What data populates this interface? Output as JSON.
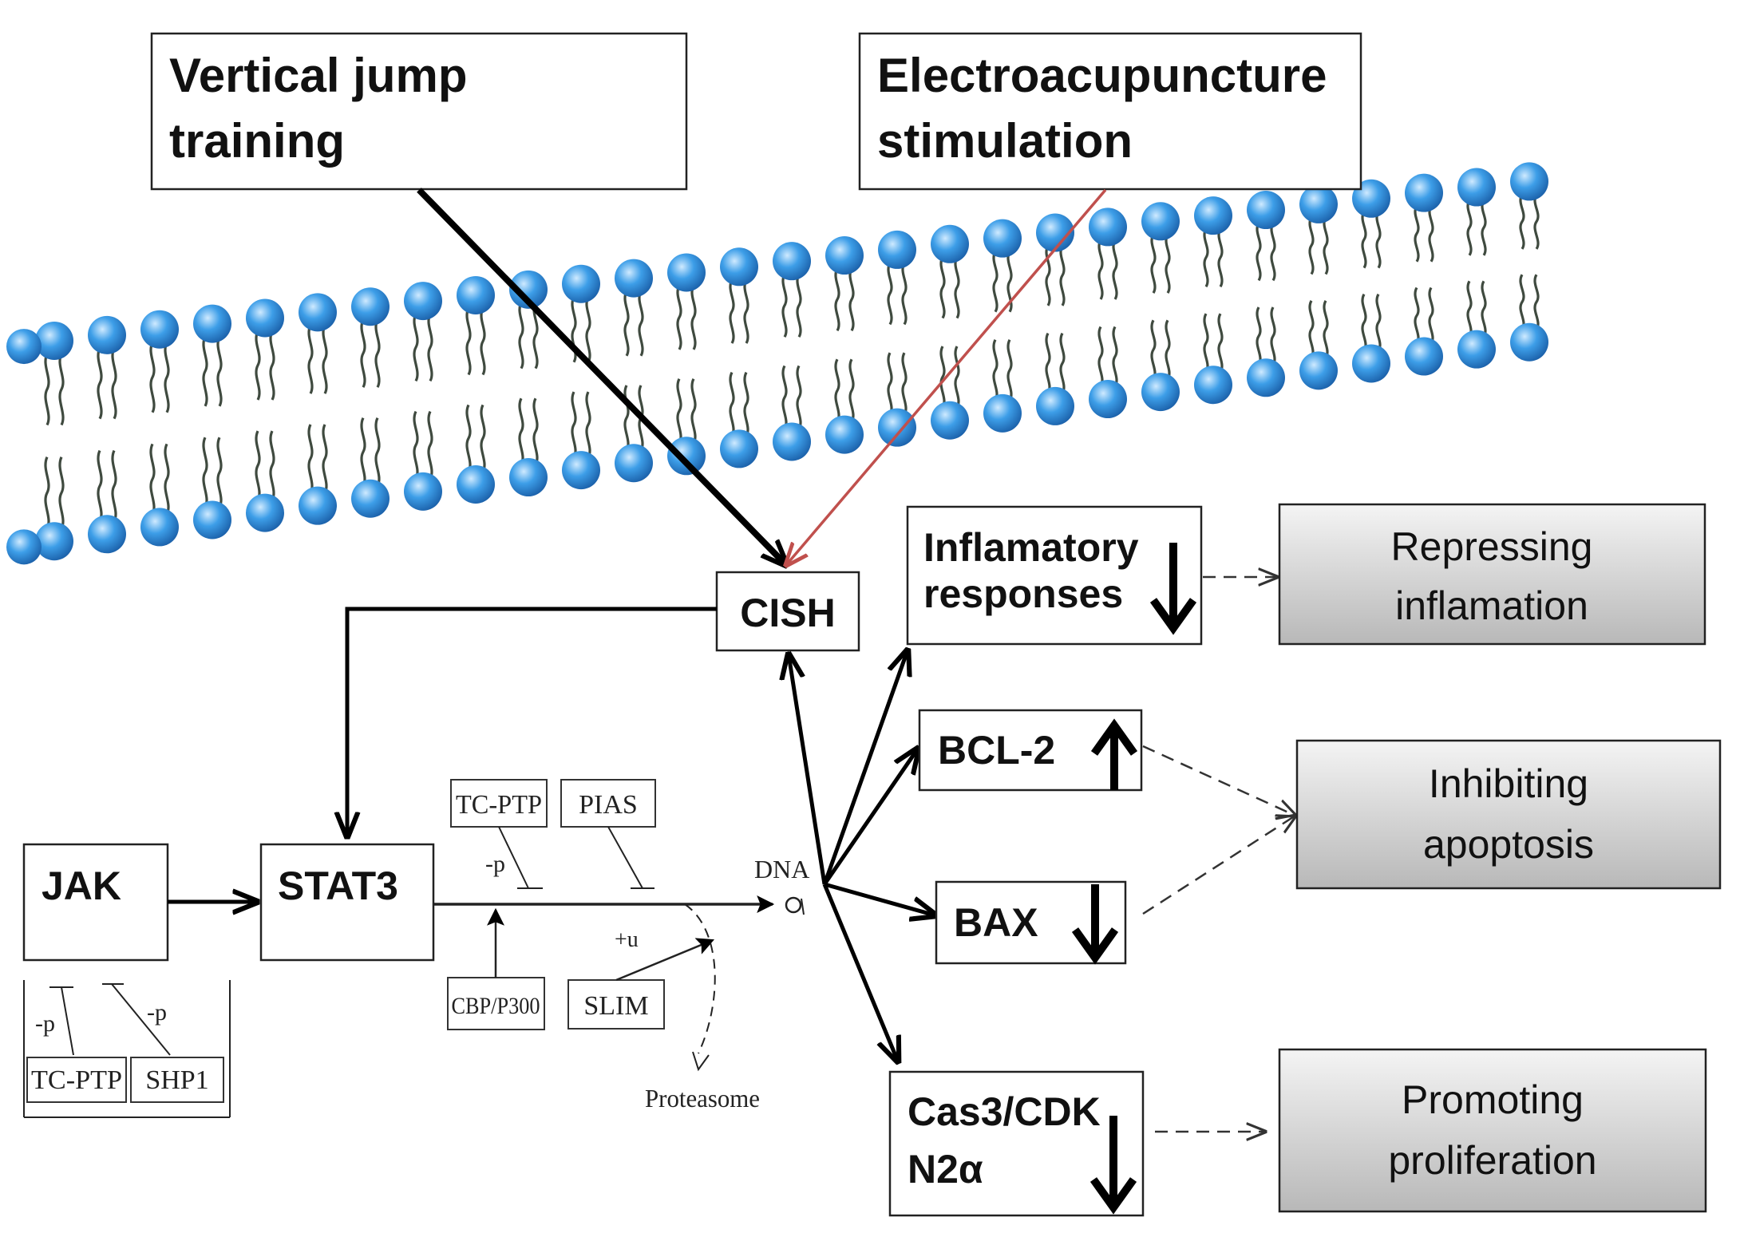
{
  "inputs": {
    "exercise": "Vertical jump\ntraining",
    "ea": "Electroacupuncture\nstimulation"
  },
  "nodes": {
    "cish": "CISH",
    "jak": "JAK",
    "stat3": "STAT3",
    "inflammatory": "Inflamatory\nresponses",
    "bcl2": "BCL-2",
    "bax": "BAX",
    "cas3": "Cas3/CDK\nN2α"
  },
  "regulators": {
    "tcptp_top": "TC-PTP",
    "pias": "PIAS",
    "cbp": "CBP/P300",
    "slim": "SLIM",
    "tcptp_bottom": "TC-PTP",
    "shp1": "SHP1",
    "dna": "DNA",
    "proteasome": "Proteasome",
    "minus_p": "-p",
    "plus_u": "+u"
  },
  "outcomes": {
    "repress": "Repressing\ninflamation",
    "inhibit": "Inhibiting\napoptosis",
    "promote": "Promoting\nproliferation"
  },
  "colors": {
    "lipid_head": "#2f8fd8",
    "ea_arrow": "#c0504d",
    "outcome_box": "#d9d9d9"
  }
}
